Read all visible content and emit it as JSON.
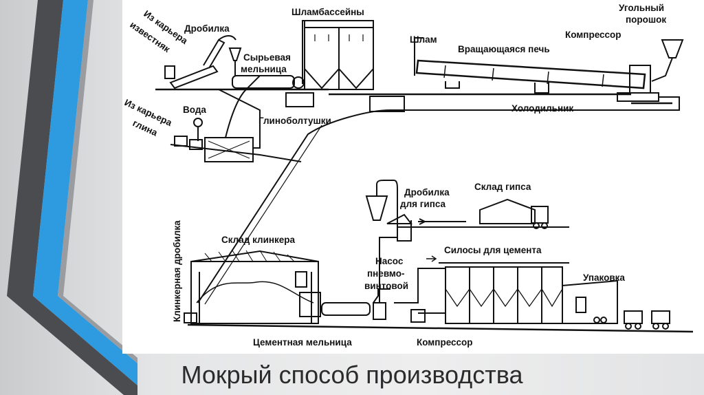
{
  "slide": {
    "title": "Мокрый способ производства"
  },
  "diagram": {
    "labels": {
      "limestone_quarry": [
        "Из карьера",
        "известняк"
      ],
      "clay_quarry": [
        "Из карьера",
        "глина"
      ],
      "crusher": "Дробилка",
      "raw_mill": [
        "Сырьевая",
        "мельница"
      ],
      "slurry_tanks": "Шламбассейны",
      "slurry": "Шлам",
      "rotary_kiln": "Вращающаяся печь",
      "coal_powder": [
        "Угольный",
        "порошок"
      ],
      "compressor_top": "Компрессор",
      "water": "Вода",
      "clay_mixers": "Глиноболтушки",
      "cooler": "Холодильник",
      "gypsum_crusher": [
        "Дробилка",
        "для гипса"
      ],
      "gypsum_store": "Склад гипса",
      "clinker_store": "Склад клинкера",
      "clinker_crusher": "Клинкерная дробилка",
      "screw_pump": [
        "Насос",
        "пневмо-",
        "винтовой"
      ],
      "cement_silos": "Силосы для цемента",
      "packing": "Упаковка",
      "cement_mill": "Цементная мельница",
      "compressor_bottom": "Компрессор"
    }
  }
}
